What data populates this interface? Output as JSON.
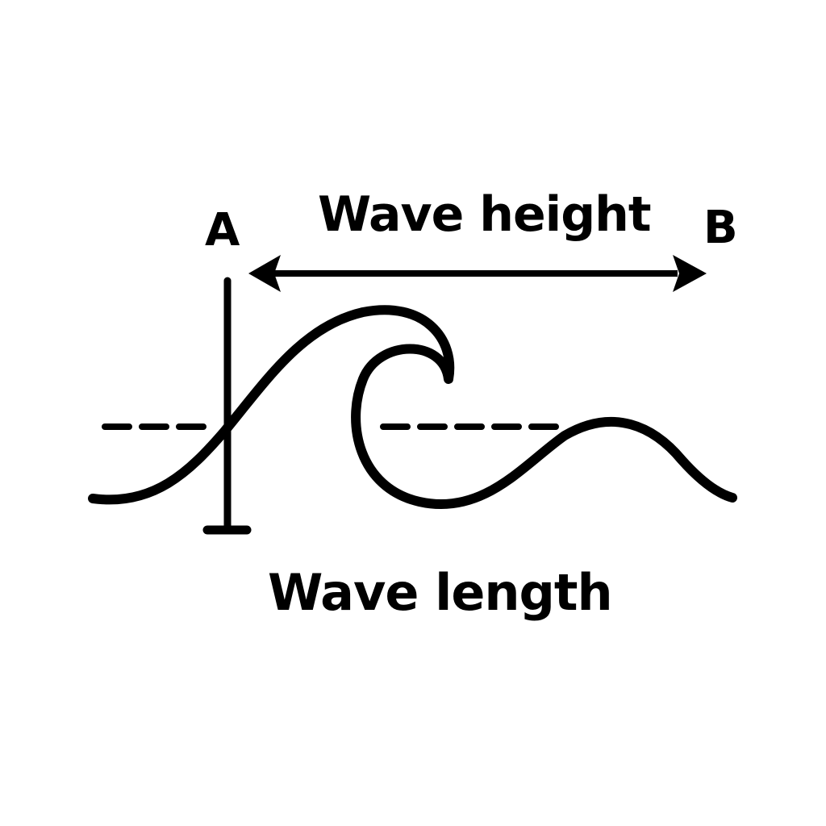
{
  "labels": {
    "top": "Wave height",
    "bottom": "Wave length",
    "point_a": "A",
    "point_b": "B"
  },
  "colors": {
    "stroke": "#000000",
    "background": "#ffffff"
  }
}
